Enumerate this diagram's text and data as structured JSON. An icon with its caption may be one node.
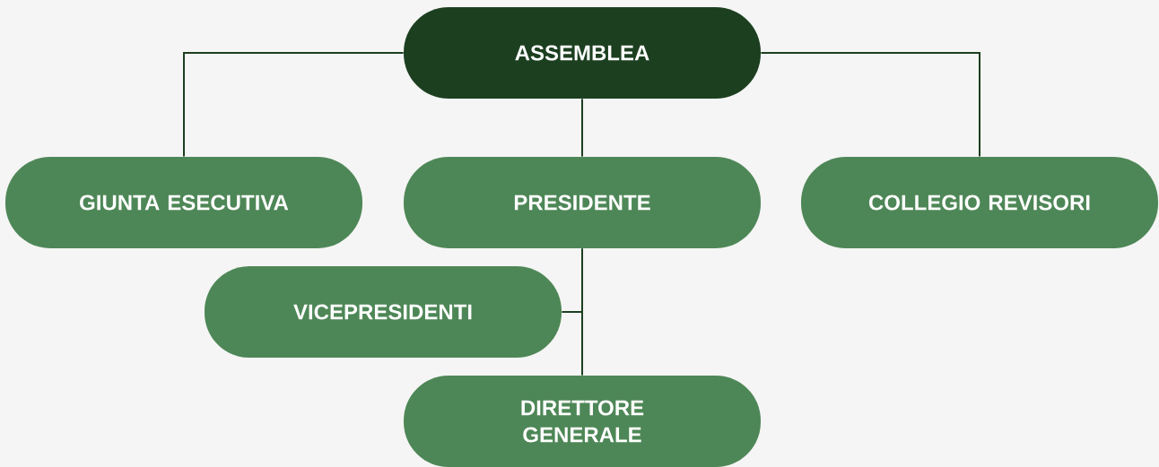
{
  "diagram": {
    "nodes": [
      {
        "text": [
          "ASSEMBLEA"
        ]
      },
      {
        "text": [
          "GIUNTA ESECUTIVA"
        ]
      },
      {
        "text": [
          "PRESIDENTE"
        ]
      },
      {
        "text": [
          "COLLEGIO REVISORI"
        ]
      },
      {
        "text": [
          "VICEPRESIDENTI"
        ]
      },
      {
        "text": [
          "DIRETTORE GENERALE"
        ]
      }
    ],
    "edges": [
      {
        "from": 0,
        "to": 1,
        "arrow": "none"
      },
      {
        "from": 0,
        "to": 2,
        "arrow": "none"
      },
      {
        "from": 0,
        "to": 3,
        "arrow": "none"
      },
      {
        "from": 2,
        "to": 4,
        "arrow": "none"
      },
      {
        "from": 2,
        "to": 5,
        "arrow": "none"
      }
    ]
  }
}
